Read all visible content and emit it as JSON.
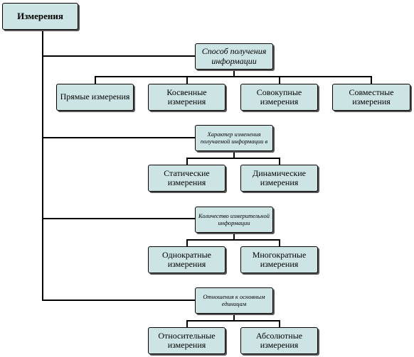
{
  "root": "Измерения",
  "categories": [
    {
      "title": "Способ получения информации",
      "items": [
        "Прямые измерения",
        "Косвенные измерения",
        "Совокупные измерения",
        "Совместные измерения"
      ]
    },
    {
      "title": "Характер изменения получаемой информации в",
      "items": [
        "Статические измерения",
        "Динамические измерения"
      ]
    },
    {
      "title": "Количество измерительной информации",
      "items": [
        "Однократные измерения",
        "Многократные измерения"
      ]
    },
    {
      "title": "Отношения к основным единицам",
      "items": [
        "Относительные измерения",
        "Абсолютные измерения"
      ]
    }
  ]
}
